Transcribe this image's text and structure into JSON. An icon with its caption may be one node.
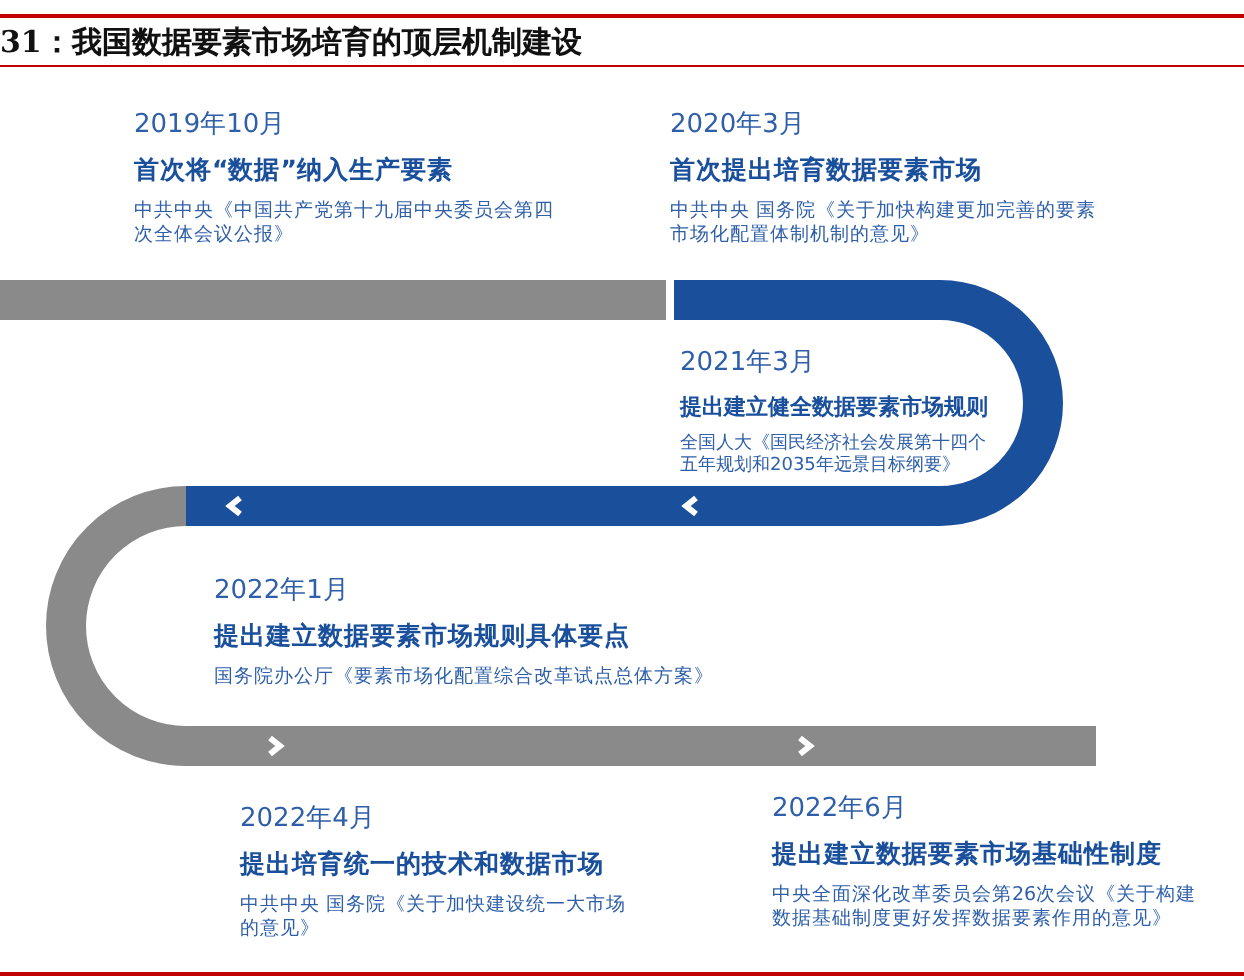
{
  "diagram": {
    "title": "31：我国数据要素市场培育的顶层机制建设",
    "nodes": [
      {
        "text": [
          "2019年10月",
          "首次将“数据”纳入生产要素",
          "中共中央《中国共产党第十九届中央委员会第四次全体会议公报》"
        ]
      },
      {
        "text": [
          "2020年3月",
          "首次提出培育数据要素市场",
          "中共中央 国务院《关于加快构建更加完善的要素市场化配置体制机制的意见》"
        ]
      },
      {
        "text": [
          "2021年3月",
          "提出建立健全数据要素市场规则",
          "全国人大《国民经济社会发展第十四个五年规划和2035年远景目标纲要》"
        ]
      },
      {
        "text": [
          "2022年1月",
          "提出建立数据要素市场规则具体要点",
          "国务院办公厅《要素市场化配置综合改革试点总体方案》"
        ]
      },
      {
        "text": [
          "2022年4月",
          "提出培育统一的技术和数据市场",
          "中共中央 国务院《关于加快建设统一大市场的意见》"
        ]
      },
      {
        "text": [
          "2022年6月",
          "提出建立数据要素市场基础性制度",
          "中央全面深化改革委员会第26次会议《关于构建数据基础制度更好发挥数据要素作用的意见》"
        ]
      }
    ]
  }
}
